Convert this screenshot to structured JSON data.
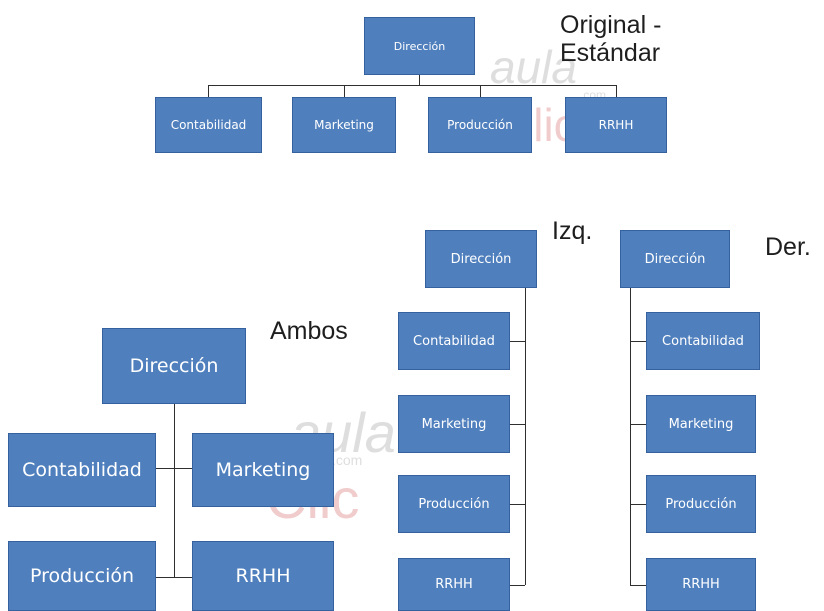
{
  "colors": {
    "node_fill": "#4f7fbd",
    "connector": "#2f2f2f",
    "label_text": "#1e1e1e"
  },
  "layouts": {
    "original": {
      "caption": "Original - Estándar",
      "caption_line1": "Original -",
      "caption_line2": "Estándar",
      "root": "Dirección",
      "children": [
        "Contabilidad",
        "Marketing",
        "Producción",
        "RRHH"
      ]
    },
    "left": {
      "caption": "Izq.",
      "root": "Dirección",
      "children": [
        "Contabilidad",
        "Marketing",
        "Producción",
        "RRHH"
      ]
    },
    "right": {
      "caption": "Der.",
      "root": "Dirección",
      "children": [
        "Contabilidad",
        "Marketing",
        "Producción",
        "RRHH"
      ]
    },
    "both": {
      "caption": "Ambos",
      "root": "Dirección",
      "children": [
        "Contabilidad",
        "Marketing",
        "Producción",
        "RRHH"
      ]
    }
  },
  "watermarks": [
    {
      "word": "aula",
      "sub": ".com",
      "brand": "Clic"
    },
    {
      "word": "aula",
      "sub": ".com",
      "brand": "Clic"
    }
  ]
}
